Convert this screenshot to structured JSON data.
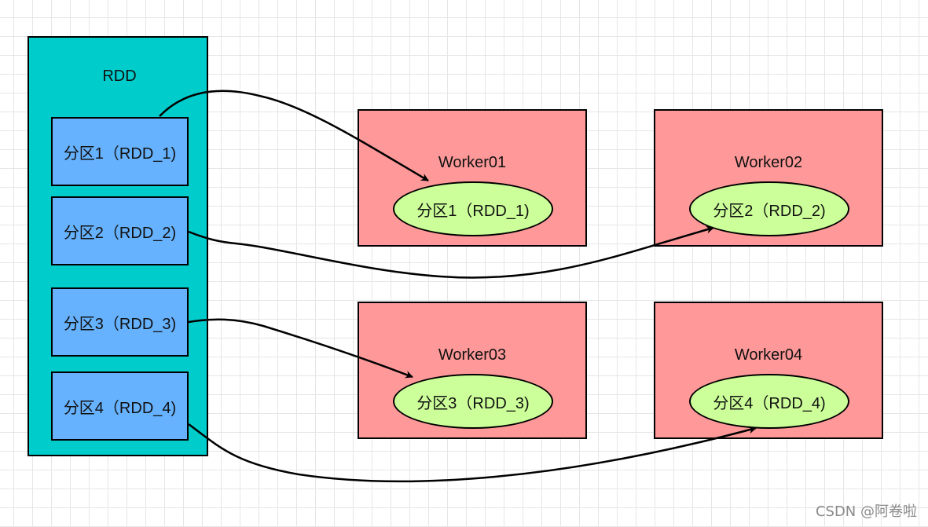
{
  "rdd": {
    "title": "RDD",
    "partitions": [
      "分区1（RDD_1)",
      "分区2（RDD_2)",
      "分区3（RDD_3)",
      "分区4（RDD_4)"
    ]
  },
  "workers": [
    {
      "name": "Worker01",
      "partition": "分区1（RDD_1)"
    },
    {
      "name": "Worker02",
      "partition": "分区2（RDD_2)"
    },
    {
      "name": "Worker03",
      "partition": "分区3（RDD_3)"
    },
    {
      "name": "Worker04",
      "partition": "分区4（RDD_4)"
    }
  ],
  "colors": {
    "rdd_fill": "#00cccc",
    "partition_fill": "#66b2ff",
    "worker_fill": "#ff9999",
    "ellipse_fill": "#ccff99"
  },
  "watermark": "CSDN @阿卷啦"
}
